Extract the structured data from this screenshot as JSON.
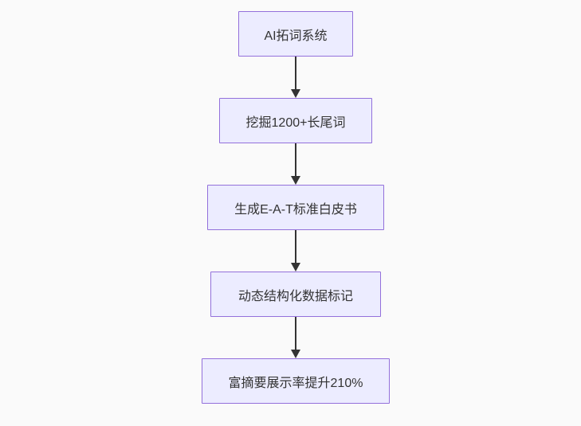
{
  "flowchart": {
    "type": "flowchart-top-down",
    "colors": {
      "canvas-bg": "#fafafa",
      "node-fill": "#ececff",
      "node-border": "#9370db",
      "node-text": "#333333",
      "arrow": "#333333"
    },
    "nodes": [
      {
        "id": 1,
        "label": "AI拓词系统"
      },
      {
        "id": 2,
        "label": "挖掘1200+长尾词"
      },
      {
        "id": 3,
        "label": "生成E-A-T标准白皮书"
      },
      {
        "id": 4,
        "label": "动态结构化数据标记"
      },
      {
        "id": 5,
        "label": "富摘要展示率提升210%"
      }
    ],
    "edges": [
      {
        "from": 1,
        "to": 2
      },
      {
        "from": 2,
        "to": 3
      },
      {
        "from": 3,
        "to": 4
      },
      {
        "from": 4,
        "to": 5
      }
    ]
  }
}
